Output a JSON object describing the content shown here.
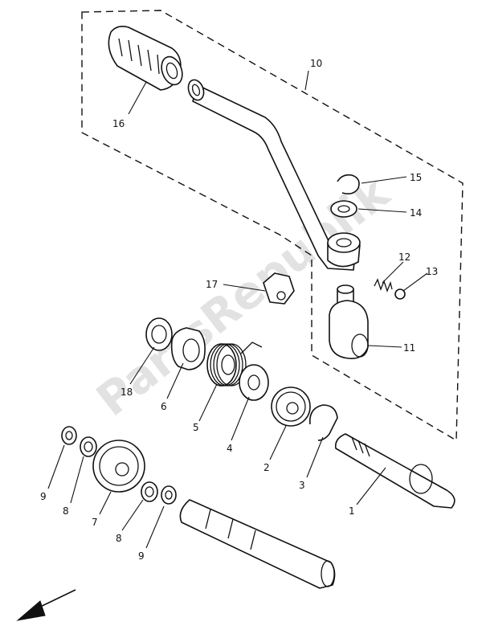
{
  "diagram": {
    "watermark": "PartsRepublik",
    "callouts": [
      {
        "id": "c10",
        "text": "10"
      },
      {
        "id": "c15",
        "text": "15"
      },
      {
        "id": "c14",
        "text": "14"
      },
      {
        "id": "c16",
        "text": "16"
      },
      {
        "id": "c12",
        "text": "12"
      },
      {
        "id": "c13",
        "text": "13"
      },
      {
        "id": "c17",
        "text": "17"
      },
      {
        "id": "c11",
        "text": "11"
      },
      {
        "id": "c18",
        "text": "18"
      },
      {
        "id": "c6",
        "text": "6"
      },
      {
        "id": "c5",
        "text": "5"
      },
      {
        "id": "c4",
        "text": "4"
      },
      {
        "id": "c2",
        "text": "2"
      },
      {
        "id": "c3",
        "text": "3"
      },
      {
        "id": "c1",
        "text": "1"
      },
      {
        "id": "c9a",
        "text": "9"
      },
      {
        "id": "c8a",
        "text": "8"
      },
      {
        "id": "c7",
        "text": "7"
      },
      {
        "id": "c8b",
        "text": "8"
      },
      {
        "id": "c9b",
        "text": "9"
      }
    ]
  }
}
